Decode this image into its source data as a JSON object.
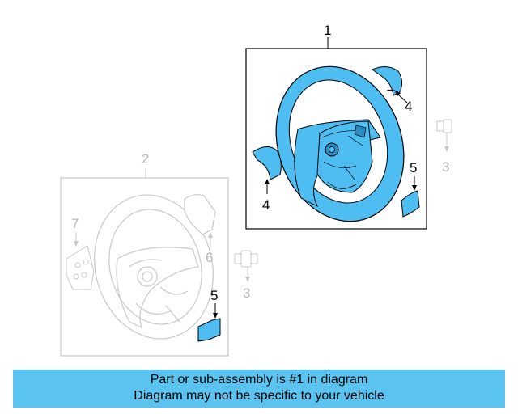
{
  "callouts": {
    "main_assembly": "1",
    "shell_assembly": "2",
    "bolt_right": "3",
    "bolt_center": "3",
    "cover_upper": "4",
    "cover_left": "4",
    "insert_right": "5",
    "insert_lower": "5",
    "cover_airbag": "6",
    "switch": "7"
  },
  "banner": {
    "line1": "Part or sub-assembly is #1 in diagram",
    "line2": "Diagram may not be specific to your vehicle"
  },
  "colors": {
    "highlight": "#4dbdf2",
    "highlight_dark": "#2a8fc4",
    "ghost": "#c8c8c8",
    "banner_bg": "#5bc3f0"
  }
}
